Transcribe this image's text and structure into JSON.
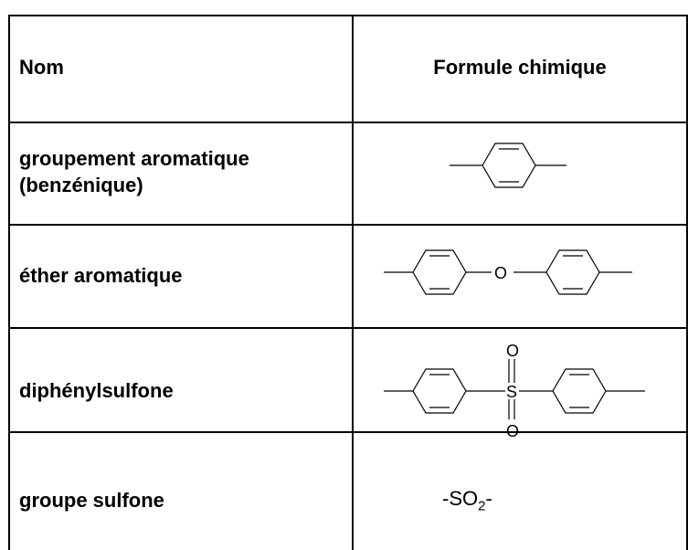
{
  "table": {
    "header": {
      "name": "Nom",
      "formula": "Formule chimique"
    },
    "rows": [
      {
        "name_line1": "groupement aromatique",
        "name_line2": "(benzénique)"
      },
      {
        "name": "éther aromatique",
        "atom_label": "O"
      },
      {
        "name": "diphénylsulfone",
        "atom_center": "S",
        "atom_top": "O",
        "atom_bottom": "O"
      },
      {
        "name": "groupe sulfone",
        "formula_prefix": "-SO",
        "formula_sub": "2",
        "formula_suffix": "-"
      }
    ]
  }
}
